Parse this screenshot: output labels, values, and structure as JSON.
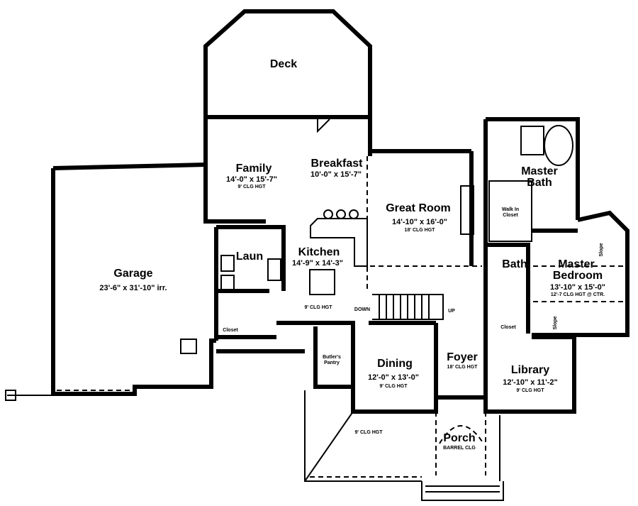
{
  "rooms": {
    "deck": {
      "name": "Deck"
    },
    "family": {
      "name": "Family",
      "size": "14'-0\" x 15'-7\"",
      "ceiling": "9' CLG HGT"
    },
    "breakfast": {
      "name": "Breakfast",
      "size": "10'-0\" x 15'-7\""
    },
    "great_room": {
      "name": "Great Room",
      "size": "14'-10\" x 16'-0\"",
      "ceiling": "18' CLG HGT"
    },
    "master_bath": {
      "name1": "Master",
      "name2": "Bath"
    },
    "walk_in_closet": {
      "name1": "Walk In",
      "name2": "Closet"
    },
    "master_bedroom": {
      "name1": "Master",
      "name2": "Bedroom",
      "size": "13'-10\" x 15'-0\"",
      "ceiling": "12'-7 CLG HGT @ CTR.",
      "slope": "Slope"
    },
    "bath": {
      "name": "Bath"
    },
    "closet_right": {
      "name": "Closet"
    },
    "garage": {
      "name": "Garage",
      "size": "23'-6\" x 31'-10\" irr."
    },
    "laundry": {
      "name": "Laun"
    },
    "closet_left": {
      "name": "Closet"
    },
    "kitchen": {
      "name": "Kitchen",
      "size": "14'-9\" x 14'-3\"",
      "ceiling": "9' CLG HGT"
    },
    "stairs": {
      "down": "DOWN",
      "up": "UP"
    },
    "butlers_pantry": {
      "name1": "Butler's",
      "name2": "Pantry"
    },
    "dining": {
      "name": "Dining",
      "size": "12'-0\" x 13'-0\"",
      "ceiling": "9' CLG HGT"
    },
    "foyer": {
      "name": "Foyer",
      "ceiling": "18' CLG HGT"
    },
    "library": {
      "name": "Library",
      "size": "12'-10\" x 11'-2\"",
      "ceiling": "9' CLG HGT"
    },
    "side_porch": {
      "ceiling": "9' CLG HGT"
    },
    "porch": {
      "name": "Porch",
      "ceiling": "BARREL CLG"
    }
  }
}
